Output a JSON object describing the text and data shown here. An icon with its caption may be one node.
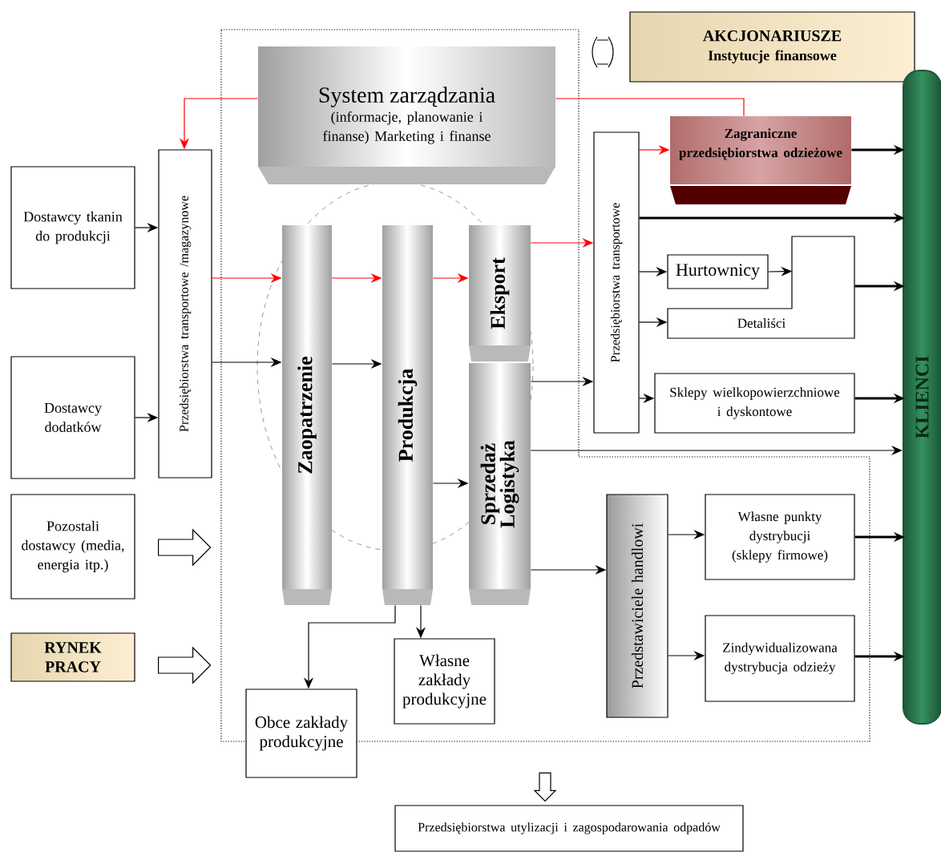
{
  "diagram": {
    "nodes": [
      {
        "text": [
          "System zarządzania",
          "(informacje, planowanie i finanse) Marketing i finanse"
        ]
      },
      {
        "text": [
          "AKCJONARIUSZE",
          "Instytucje finansowe"
        ]
      },
      {
        "text": [
          "Przedsiębiorstwa transportowe /magazynowe"
        ]
      },
      {
        "text": [
          "Dostawcy tkanin do produkcji"
        ]
      },
      {
        "text": [
          "Dostawcy dodatków"
        ]
      },
      {
        "text": [
          "Pozostali dostawcy (media, energia itp.)"
        ]
      },
      {
        "text": [
          "RYNEK PRACY"
        ]
      },
      {
        "text": [
          "Zaopatrzenie"
        ]
      },
      {
        "text": [
          "Produkcja"
        ]
      },
      {
        "text": [
          "Eksport"
        ]
      },
      {
        "text": [
          "Sprzedaż Logistyka"
        ]
      },
      {
        "text": [
          "Przedsiębiorstwa transportowe"
        ]
      },
      {
        "text": [
          "Zagraniczne przedsiębiorstwa odzieżowe"
        ]
      },
      {
        "text": [
          "Hurtownicy"
        ]
      },
      {
        "text": [
          "Detaliści"
        ]
      },
      {
        "text": [
          "Sklepy wielkopowierzchniowe i dyskontowe"
        ]
      },
      {
        "text": [
          "Przedstawiciele handlowi"
        ]
      },
      {
        "text": [
          "Własne punkty dystrybucji (sklepy firmowe)"
        ]
      },
      {
        "text": [
          "Zindywidualizowana dystrybucja odzieży"
        ]
      },
      {
        "text": [
          "Własne zakłady produkcyjne"
        ]
      },
      {
        "text": [
          "Obce zakłady produkcyjne"
        ]
      },
      {
        "text": [
          "Przedsiębiorstwa utylizacji i zagospodarowania odpadów"
        ]
      },
      {
        "text": [
          "KLIENCI"
        ]
      }
    ],
    "edges": [
      {
        "from": 0,
        "to": 2,
        "arrow": "to",
        "color": "#ff0000"
      },
      {
        "from": 0,
        "to": 12,
        "arrow": "none",
        "color": "#ff0000"
      },
      {
        "from": 3,
        "to": 2,
        "arrow": "to"
      },
      {
        "from": 4,
        "to": 2,
        "arrow": "to"
      },
      {
        "from": 2,
        "to": 7,
        "arrow": "to",
        "color": "#ff0000"
      },
      {
        "from": 7,
        "to": 8,
        "arrow": "to",
        "color": "#ff0000"
      },
      {
        "from": 8,
        "to": 9,
        "arrow": "to",
        "color": "#ff0000"
      },
      {
        "from": 9,
        "to": 11,
        "arrow": "to",
        "color": "#ff0000"
      },
      {
        "from": 2,
        "to": 7,
        "arrow": "to"
      },
      {
        "from": 7,
        "to": 8,
        "arrow": "to"
      },
      {
        "from": 8,
        "to": 10,
        "arrow": "to"
      },
      {
        "from": 10,
        "to": 11,
        "arrow": "to"
      },
      {
        "from": 11,
        "to": 12,
        "arrow": "to",
        "color": "#ff0000"
      },
      {
        "from": 11,
        "to": 22,
        "arrow": "to",
        "style": "thick"
      },
      {
        "from": 11,
        "to": 13,
        "arrow": "to"
      },
      {
        "from": 13,
        "to": 14,
        "arrow": "to"
      },
      {
        "from": 11,
        "to": 14,
        "arrow": "to"
      },
      {
        "from": 14,
        "to": 22,
        "arrow": "to",
        "style": "thick"
      },
      {
        "from": 11,
        "to": 15,
        "arrow": "to"
      },
      {
        "from": 15,
        "to": 22,
        "arrow": "to",
        "style": "thick"
      },
      {
        "from": 12,
        "to": 22,
        "arrow": "to",
        "style": "thick"
      },
      {
        "from": 10,
        "to": 22,
        "arrow": "to"
      },
      {
        "from": 10,
        "to": 16,
        "arrow": "to"
      },
      {
        "from": 16,
        "to": 17,
        "arrow": "to"
      },
      {
        "from": 16,
        "to": 18,
        "arrow": "to"
      },
      {
        "from": 17,
        "to": 22,
        "arrow": "to",
        "style": "thick"
      },
      {
        "from": 18,
        "to": 22,
        "arrow": "to",
        "style": "thick"
      },
      {
        "from": 8,
        "to": 20,
        "arrow": "to"
      },
      {
        "from": 8,
        "to": 19,
        "arrow": "to"
      },
      {
        "from": 5,
        "to": null,
        "arrow": "to"
      },
      {
        "from": 6,
        "to": null,
        "arrow": "to"
      },
      {
        "from": null,
        "to": 21,
        "arrow": "to"
      }
    ]
  }
}
